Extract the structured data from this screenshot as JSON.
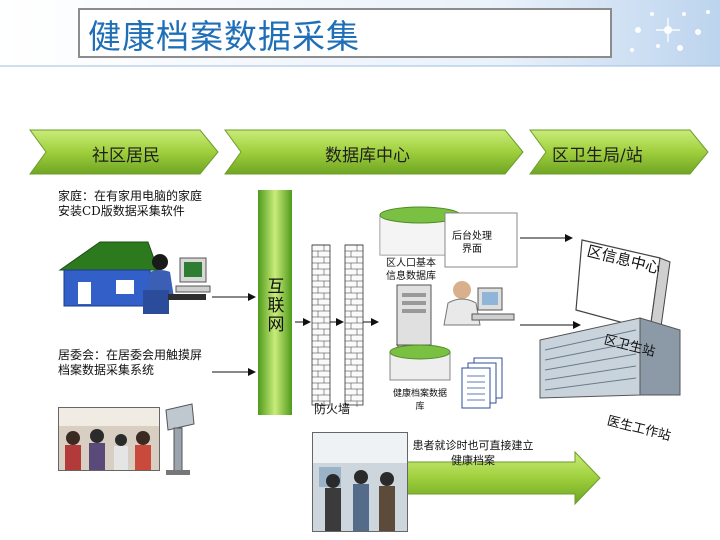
{
  "title": "健康档案数据采集",
  "top_arrows": {
    "residents": "社区居民",
    "database_center": "数据库中心",
    "health_bureau": "区卫生局/站"
  },
  "notes": {
    "home": "家庭：在有家用电脑的家庭安装CD版数据采集软件",
    "committee": "居委会：在居委会用触摸屏档案数据采集系统"
  },
  "internet_label": "互联网",
  "firewall_label": "防火墙",
  "backend_label": "后台处理界面",
  "population_db_label": "区人口基本信息数据库",
  "health_db_label": "健康档案数据库",
  "clinic_note": "患者就诊时也可直接建立健康档案",
  "info_center": "区信息中心",
  "health_station": "区卫生站",
  "work_station": "医生工作站",
  "colors": {
    "title": "#1f6fb8",
    "arrow_green": "#a6d34a",
    "arrow_green_dark": "#5f9a1e",
    "blue": "#1e5fc2"
  }
}
